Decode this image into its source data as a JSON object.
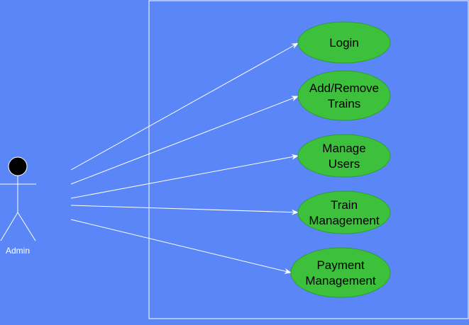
{
  "colors": {
    "background": "#5b86f8",
    "lines": "#ffffff",
    "use_case_fill": "#3dc13c",
    "use_case_stroke": "#2f9e2e",
    "actor_head": "#000000",
    "text": "#000000",
    "actor_text": "#ffffff"
  },
  "actor": {
    "name": "Admin"
  },
  "use_cases": [
    {
      "id": "login",
      "lines": [
        "Login"
      ]
    },
    {
      "id": "add-remove-trains",
      "lines": [
        "Add/Remove",
        "Trains"
      ]
    },
    {
      "id": "manage-users",
      "lines": [
        "Manage",
        "Users"
      ]
    },
    {
      "id": "train-management",
      "lines": [
        "Train",
        "Management"
      ]
    },
    {
      "id": "payment-management",
      "lines": [
        "Payment",
        "Management"
      ]
    }
  ]
}
